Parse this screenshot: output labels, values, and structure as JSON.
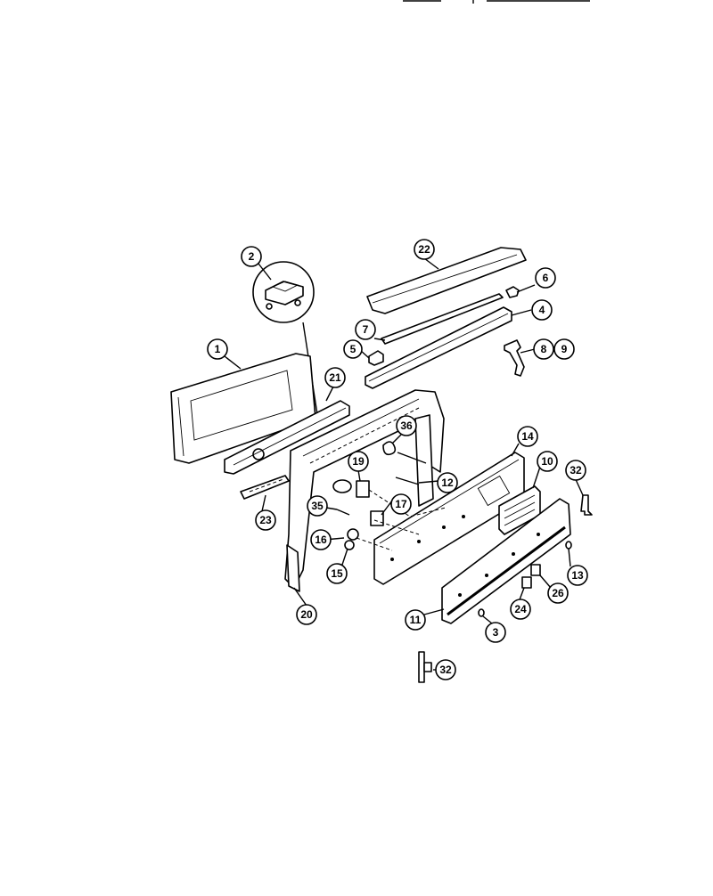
{
  "diagram": {
    "callouts": [
      {
        "id": "c1",
        "label": "1"
      },
      {
        "id": "c2",
        "label": "2"
      },
      {
        "id": "c3",
        "label": "3"
      },
      {
        "id": "c4",
        "label": "4"
      },
      {
        "id": "c5",
        "label": "5"
      },
      {
        "id": "c6",
        "label": "6"
      },
      {
        "id": "c7",
        "label": "7"
      },
      {
        "id": "c8",
        "label": "8"
      },
      {
        "id": "c9",
        "label": "9"
      },
      {
        "id": "c10",
        "label": "10"
      },
      {
        "id": "c11",
        "label": "11"
      },
      {
        "id": "c12",
        "label": "12"
      },
      {
        "id": "c13",
        "label": "13"
      },
      {
        "id": "c14",
        "label": "14"
      },
      {
        "id": "c15",
        "label": "15"
      },
      {
        "id": "c16",
        "label": "16"
      },
      {
        "id": "c17",
        "label": "17"
      },
      {
        "id": "c19",
        "label": "19"
      },
      {
        "id": "c20",
        "label": "20"
      },
      {
        "id": "c21",
        "label": "21"
      },
      {
        "id": "c22",
        "label": "22"
      },
      {
        "id": "c23",
        "label": "23"
      },
      {
        "id": "c24",
        "label": "24"
      },
      {
        "id": "c26",
        "label": "26"
      },
      {
        "id": "c32a",
        "label": "32"
      },
      {
        "id": "c32b",
        "label": "32"
      },
      {
        "id": "c35",
        "label": "35"
      },
      {
        "id": "c36",
        "label": "36"
      }
    ]
  }
}
